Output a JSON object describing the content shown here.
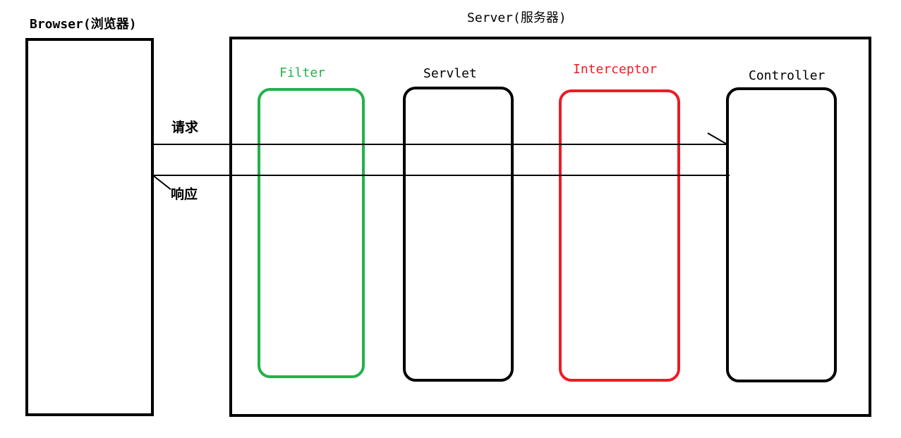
{
  "browser": {
    "label": "Browser(浏览器)"
  },
  "server": {
    "label": "Server(服务器)"
  },
  "components": [
    {
      "id": "filter",
      "label": "Filter",
      "color": "#22b14c"
    },
    {
      "id": "servlet",
      "label": "Servlet",
      "color": "#000000"
    },
    {
      "id": "interceptor",
      "label": "Interceptor",
      "color": "#ed1c24"
    },
    {
      "id": "controller",
      "label": "Controller",
      "color": "#000000"
    }
  ],
  "flows": {
    "request_label": "请求",
    "response_label": "响应"
  }
}
